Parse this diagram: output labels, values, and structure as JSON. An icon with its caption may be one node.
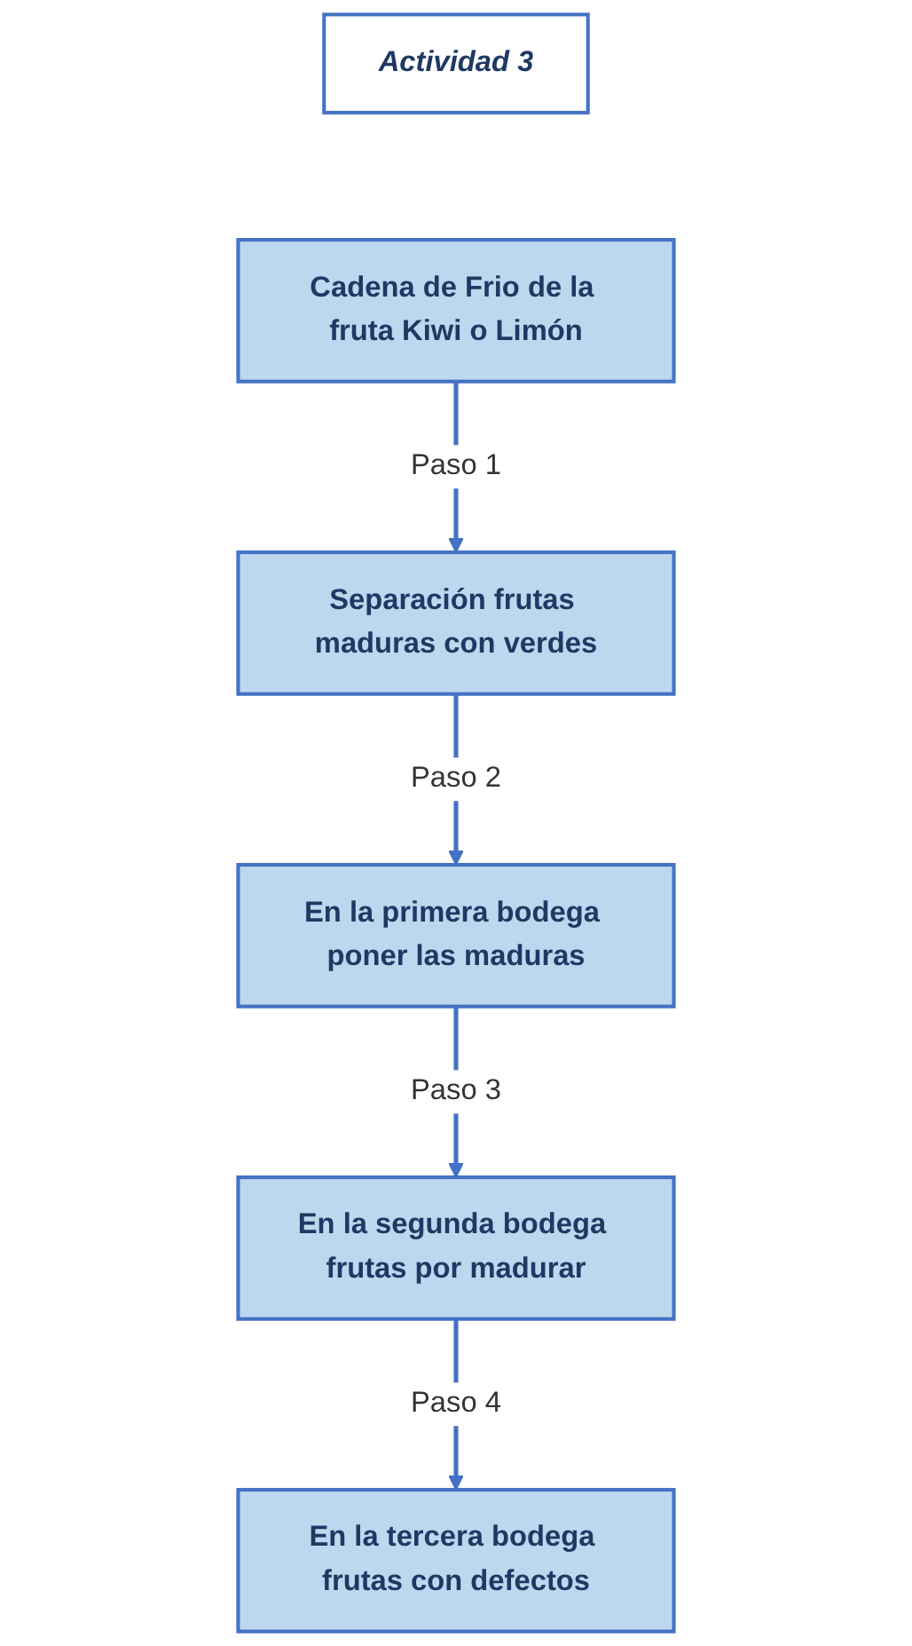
{
  "diagram": {
    "nodes": [
      {
        "text": [
          "Actividad 3"
        ]
      },
      {
        "text": [
          "Cadena de Frio de la fruta Kiwi o Limón"
        ]
      },
      {
        "text": [
          "Separación frutas maduras con verdes"
        ]
      },
      {
        "text": [
          "En la primera bodega poner las maduras"
        ]
      },
      {
        "text": [
          "En la segunda bodega frutas por madurar"
        ]
      },
      {
        "text": [
          "En la tercera bodega frutas con defectos"
        ]
      }
    ],
    "edges": [
      {
        "from": 1,
        "to": 2,
        "arrow": "to",
        "label": "Paso 1"
      },
      {
        "from": 2,
        "to": 3,
        "arrow": "to",
        "label": "Paso 2"
      },
      {
        "from": 3,
        "to": 4,
        "arrow": "to",
        "label": "Paso 3"
      },
      {
        "from": 4,
        "to": 5,
        "arrow": "to",
        "label": "Paso 4"
      }
    ]
  }
}
